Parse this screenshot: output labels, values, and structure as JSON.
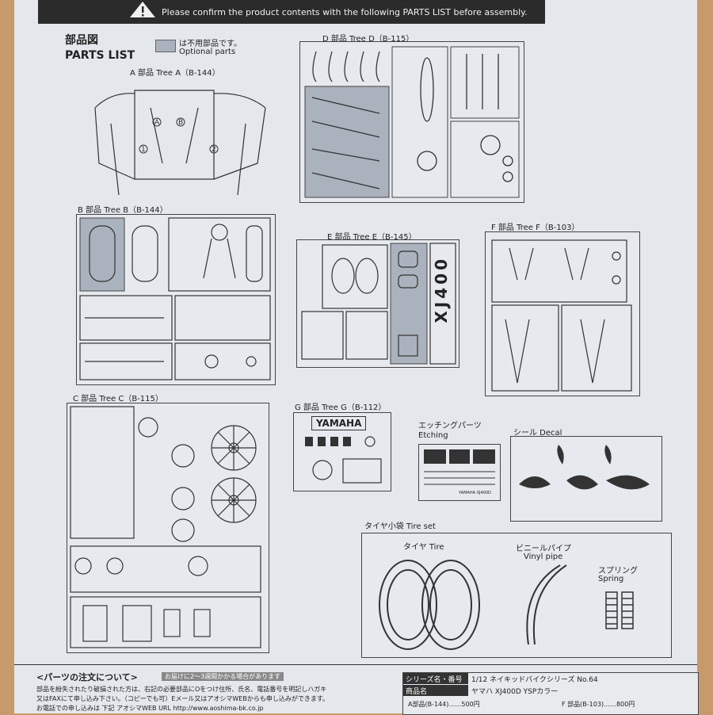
{
  "header": {
    "banner_text": "Please confirm the product contents with the following PARTS LIST before assembly."
  },
  "parts_list": {
    "title_jp": "部品図",
    "title_en": "PARTS LIST",
    "optional_jp": "は不用部品です。",
    "optional_en": "Optional parts",
    "optional_color": "#a9b2bd"
  },
  "trees": {
    "a": {
      "label": "A 部品 Tree A（B-144）"
    },
    "b": {
      "label": "B 部品 Tree B（B-144）"
    },
    "c": {
      "label": "C 部品 Tree C（B-115）"
    },
    "d": {
      "label": "D 部品 Tree D（B-115）"
    },
    "e": {
      "label": "E 部品 Tree E（B-145）",
      "plate_text": "XJ400"
    },
    "f": {
      "label": "F 部品 Tree F（B-103）"
    },
    "g": {
      "label": "G 部品 Tree G（B-112）",
      "logo": "YAMAHA"
    }
  },
  "etching": {
    "label_jp": "エッチングパーツ",
    "label_en": "Etching",
    "plate_text": "YAMAHA XJ400D"
  },
  "decal": {
    "label": "シール Decal"
  },
  "tire_set": {
    "label": "タイヤ小袋 Tire set",
    "tire_label": "タイヤ Tire",
    "vinyl_label_jp": "ビニールパイプ",
    "vinyl_label_en": "Vinyl pipe",
    "spring_label_jp": "スプリング",
    "spring_label_en": "Spring"
  },
  "footer": {
    "order_title": "<パーツの注文について>",
    "order_note": "お届けに2～3週間かかる場合があります",
    "order_line1": "部品を紛失されたり破損された方は、右記の必要部品にOをつけ住所、氏名、電話番号を明記しハガキ",
    "order_line2": "又はFAXにて申し込み下さい。（コピーでも可）Eメール又はアオシマWEBからも申し込みができます。",
    "order_line3": "お電話での申し込みは 下記 アオシマWEB URL http://www.aoshima-bk.co.jp",
    "series_head": "シリーズ名・番号",
    "series_val": "1/12 ネイキッドバイクシリーズ No.64",
    "product_head": "商品名",
    "product_val": "ヤマハ XJ400D YSPカラー",
    "price_a": "A部品(B-144)……500円",
    "price_f": "F 部品(B-103)……800円"
  }
}
